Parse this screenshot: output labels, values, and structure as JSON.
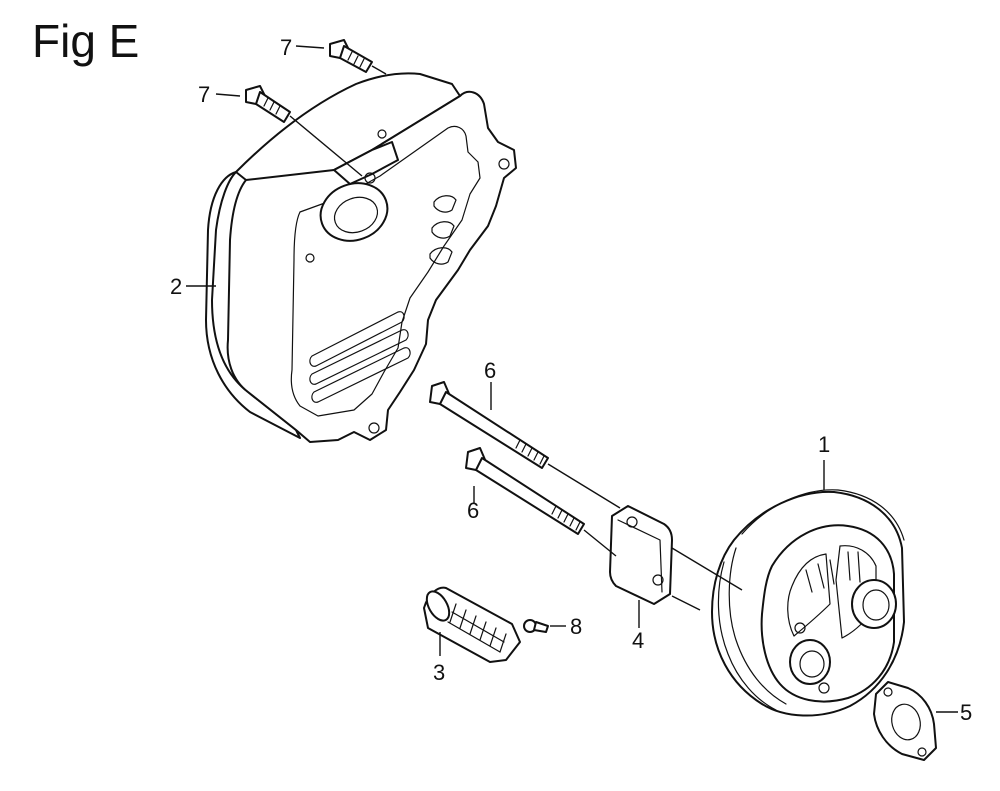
{
  "figure": {
    "title": "Fig E"
  },
  "callouts": [
    {
      "id": "callout-1",
      "label": "1"
    },
    {
      "id": "callout-2",
      "label": "2"
    },
    {
      "id": "callout-3",
      "label": "3"
    },
    {
      "id": "callout-4",
      "label": "4"
    },
    {
      "id": "callout-5",
      "label": "5"
    },
    {
      "id": "callout-6a",
      "label": "6"
    },
    {
      "id": "callout-6b",
      "label": "6"
    },
    {
      "id": "callout-7a",
      "label": "7"
    },
    {
      "id": "callout-7b",
      "label": "7"
    },
    {
      "id": "callout-8",
      "label": "8"
    }
  ],
  "colors": {
    "ink": "#111111",
    "background": "#ffffff"
  }
}
